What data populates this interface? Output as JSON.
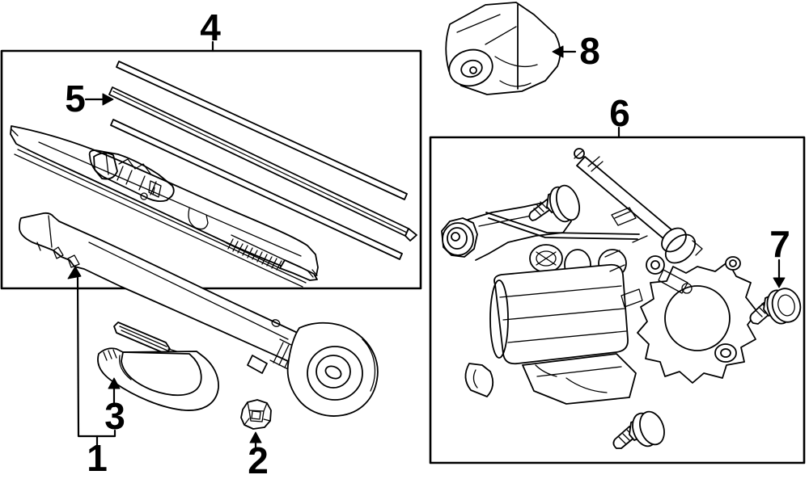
{
  "figure": {
    "type": "parts-diagram",
    "background_color": "#ffffff",
    "line_color": "#000000",
    "callouts": [
      {
        "label": "1"
      },
      {
        "label": "2"
      },
      {
        "label": "3"
      },
      {
        "label": "4"
      },
      {
        "label": "5"
      },
      {
        "label": "6"
      },
      {
        "label": "7"
      },
      {
        "label": "8"
      }
    ]
  }
}
